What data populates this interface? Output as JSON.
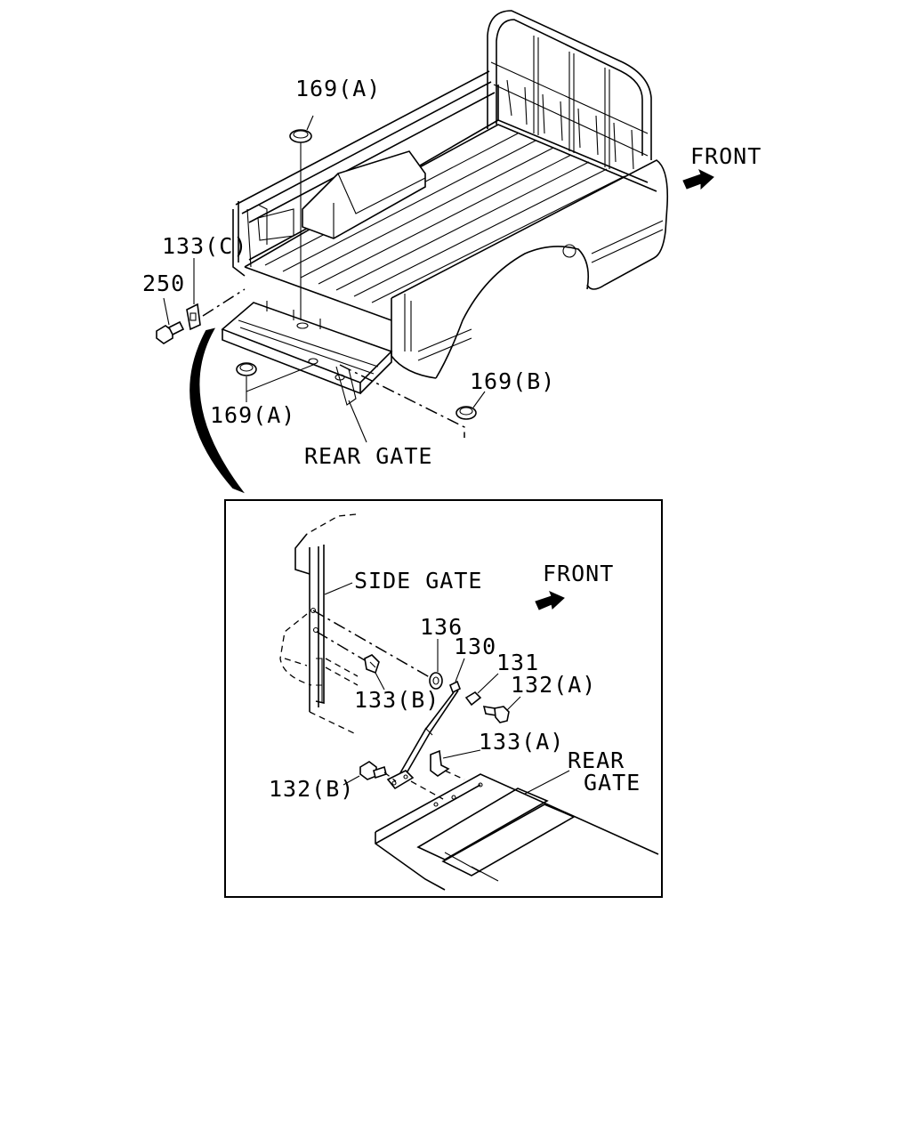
{
  "labels": {
    "front_top": "FRONT",
    "p169a_top": "169(A)",
    "p133c": "133(C)",
    "p250": "250",
    "p169a_bottom": "169(A)",
    "p169b": "169(B)",
    "rear_gate_top": "REAR GATE",
    "side_gate": "SIDE GATE",
    "front_inset": "FRONT",
    "p136": "136",
    "p130": "130",
    "p131": "131",
    "p132a": "132(A)",
    "p133b": "133(B)",
    "p133a": "133(A)",
    "p132b": "132(B)",
    "rear_gate_inset_line1": "REAR",
    "rear_gate_inset_line2": "GATE"
  }
}
